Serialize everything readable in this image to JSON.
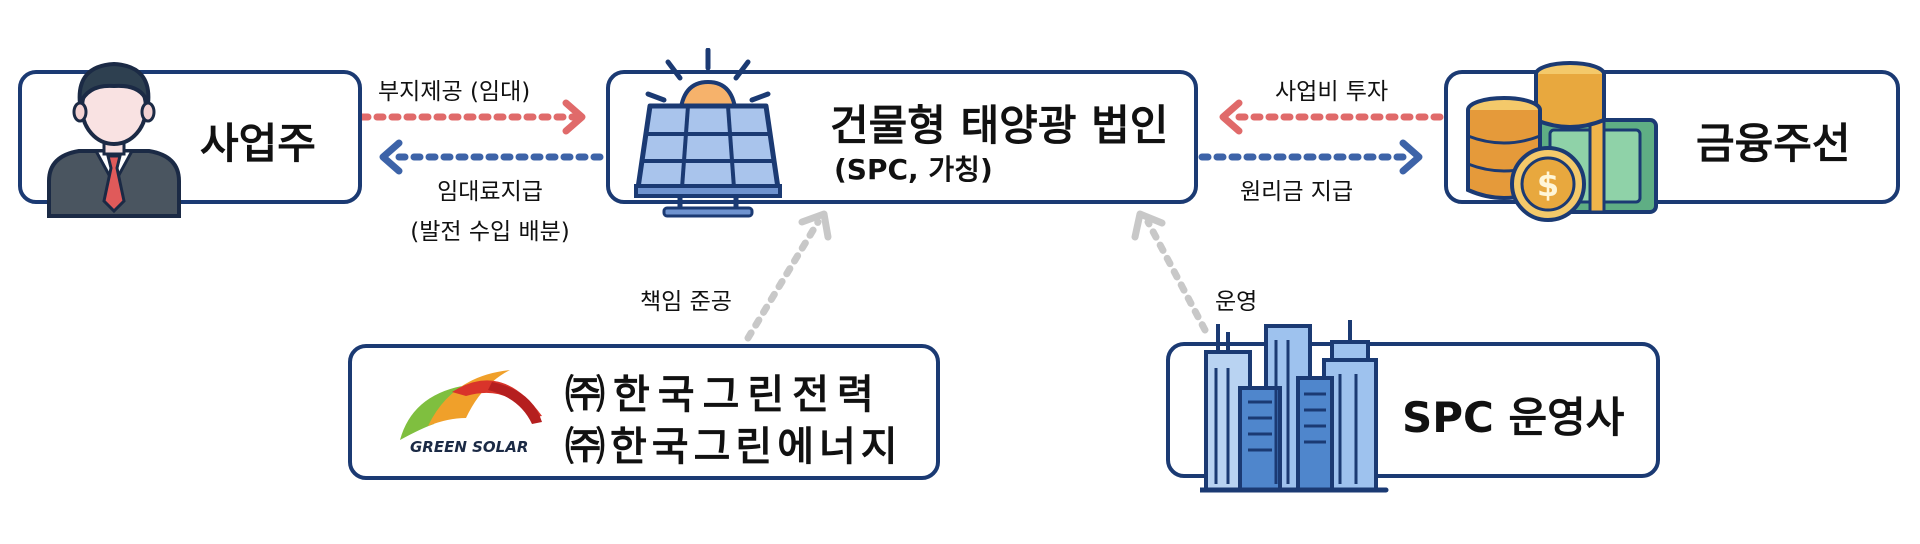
{
  "nodes": {
    "owner": {
      "title": "사업주"
    },
    "spc": {
      "title": "건물형 태양광 법인",
      "subtitle": "(SPC, 가칭)"
    },
    "finance": {
      "title": "금융주선"
    },
    "contractor": {
      "line1": "㈜한국그린전력",
      "line2": "㈜한국그린에너지",
      "logo_text": "GREEN SOLAR"
    },
    "operator": {
      "title": "SPC 운영사"
    }
  },
  "edges": {
    "land_provision": "부지제공 (임대)",
    "lease_payment_1": "임대료지급",
    "lease_payment_2": "(발전 수입 배분)",
    "investment": "사업비 투자",
    "repayment": "원리금 지급",
    "construction": "책임 준공",
    "operation": "운영"
  },
  "colors": {
    "box_border": "#1b3a73",
    "arrow_red": "#e06a6a",
    "arrow_blue": "#3d63a8",
    "arrow_gray": "#c8c8c8"
  }
}
